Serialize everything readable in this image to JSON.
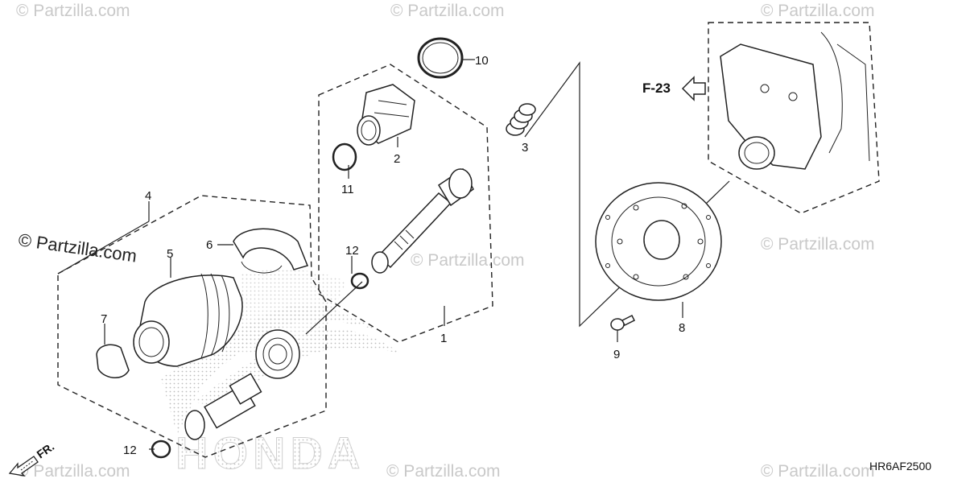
{
  "watermark": {
    "text": "© Partzilla.com"
  },
  "reference": {
    "label": "F-23"
  },
  "diagram_code": "HR6AF2500",
  "direction_label": "FR.",
  "brand_background": "HONDA",
  "callouts": {
    "c1": "1",
    "c2": "2",
    "c3": "3",
    "c4": "4",
    "c5": "5",
    "c6": "6",
    "c7": "7",
    "c8": "8",
    "c9": "9",
    "c10": "10",
    "c11": "11",
    "c12a": "12",
    "c12b": "12"
  },
  "colors": {
    "line": "#222222",
    "watermark": "#c9c9c9",
    "background": "#ffffff"
  }
}
